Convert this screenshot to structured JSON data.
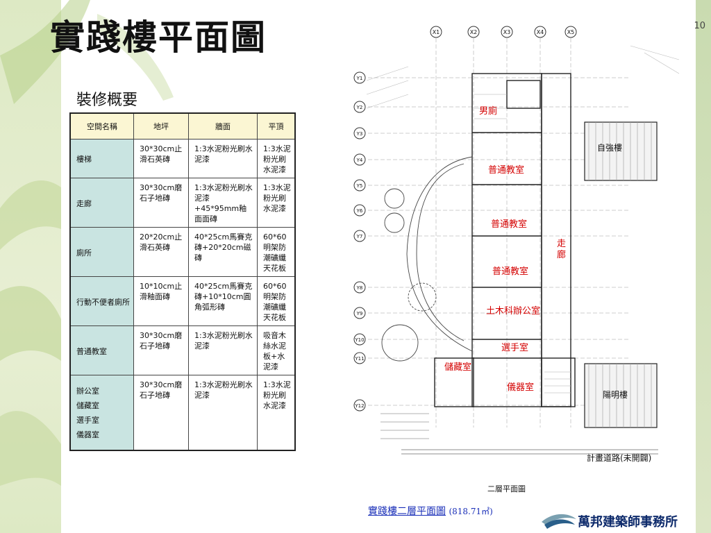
{
  "title": "實踐樓平面圖",
  "subtitle": "裝修概要",
  "page_number": "10",
  "table": {
    "headers": [
      "空間名稱",
      "地坪",
      "牆面",
      "平頂"
    ],
    "rows": [
      {
        "room": "樓梯",
        "floor": "30*30cm止滑石英磚",
        "wall": "1:3水泥粉光刷水泥漆",
        "ceiling": "1:3水泥粉光刷水泥漆"
      },
      {
        "room": "走廊",
        "floor": "30*30cm磨石子地磚",
        "wall": "1:3水泥粉光刷水泥漆+45*95mm釉面面磚",
        "ceiling": "1:3水泥粉光刷水泥漆"
      },
      {
        "room": "廁所",
        "floor": "20*20cm止滑石英磚",
        "wall": "40*25cm馬賽克磚+20*20cm磁磚",
        "ceiling": "60*60明架防潮礦纖天花板"
      },
      {
        "room": "行動不便者廁所",
        "floor": "10*10cm止滑釉面磚",
        "wall": "40*25cm馬賽克磚+10*10cm圓角弧形磚",
        "ceiling": "60*60明架防潮礦纖天花板"
      },
      {
        "room": "普通教室",
        "floor": "30*30cm磨石子地磚",
        "wall": "1:3水泥粉光刷水泥漆",
        "ceiling": "吸音木絲水泥板+水泥漆"
      },
      {
        "room": "辦公室\n儲藏室\n選手室\n儀器室",
        "floor": "30*30cm磨石子地磚",
        "wall": "1:3水泥粉光刷水泥漆",
        "ceiling": "1:3水泥粉光刷水泥漆"
      }
    ]
  },
  "plan": {
    "axes_x": [
      "X1",
      "X2",
      "X3",
      "X4",
      "X5"
    ],
    "axes_y": [
      "Y1",
      "Y2",
      "Y3",
      "Y4",
      "Y5",
      "Y6",
      "Y7",
      "Y8",
      "Y9",
      "Y10",
      "Y11",
      "Y12"
    ],
    "rooms": {
      "mens_toilet": "男廁",
      "classroom_1": "普通教室",
      "classroom_2": "普通教室",
      "classroom_3": "普通教室",
      "corridor": "走\n廊",
      "civil_office": "土木科辦公室",
      "athlete_room": "選手室",
      "storage": "儲藏室",
      "instrument_room": "儀器室"
    },
    "buildings": {
      "ziqiang": "自強樓",
      "guangming": "陽明樓"
    },
    "road": "計畫道路(未開闢)",
    "footer_label": "二層平面圖"
  },
  "caption": {
    "link_text": "實踐樓二層平面圖",
    "area": "(818.71㎡)"
  },
  "firm": "萬邦建築師事務所",
  "colors": {
    "room_label": "#d40000",
    "caption": "#1a2fb8",
    "table_header_bg": "#fbf6d3",
    "table_room_bg": "#c9e4e1",
    "band": "#dde9c4"
  }
}
